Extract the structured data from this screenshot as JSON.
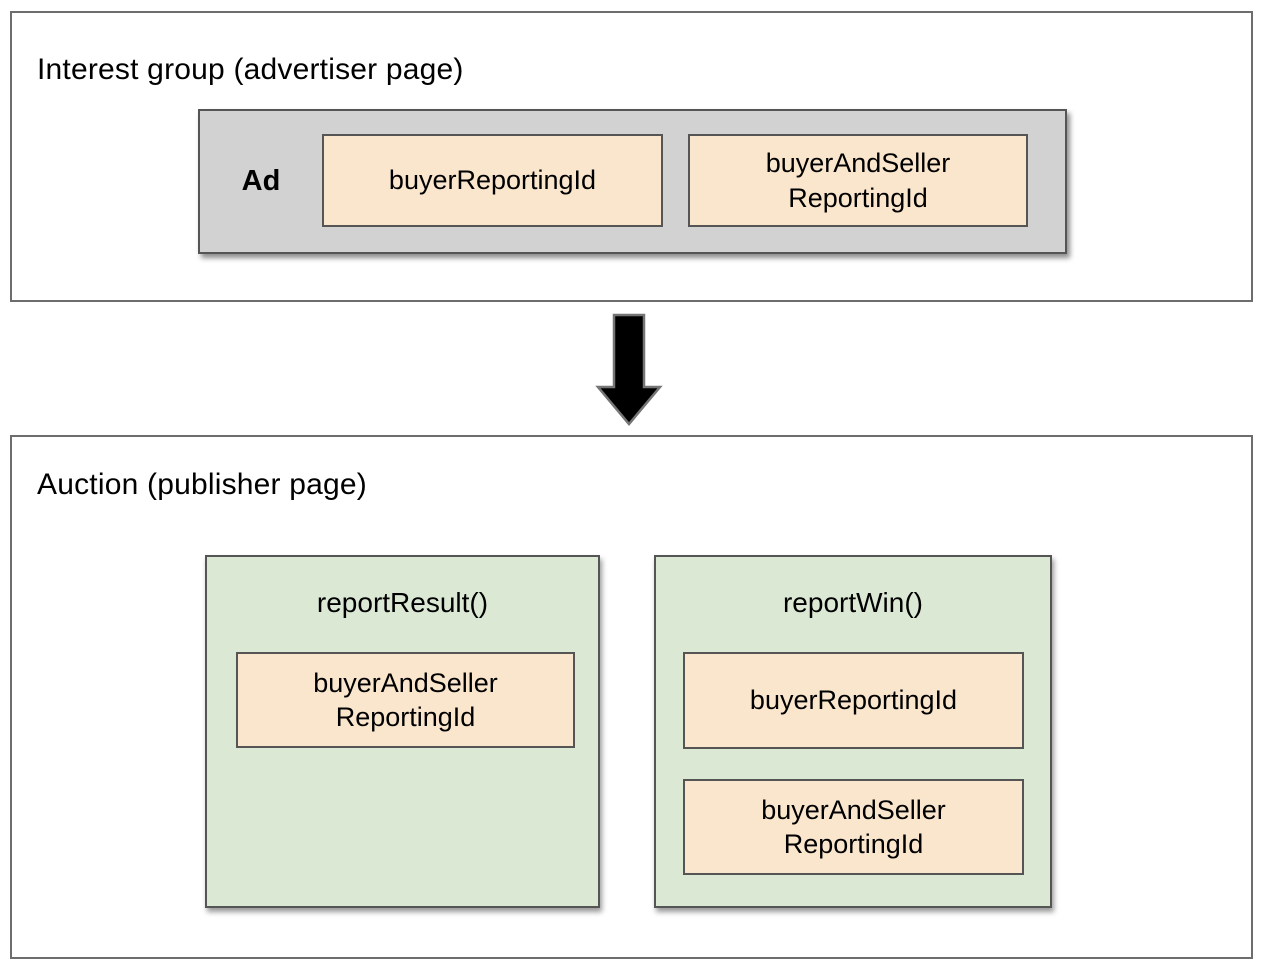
{
  "top_section": {
    "title": "Interest group (advertiser page)",
    "ad": {
      "label": "Ad",
      "chip1": "buyerReportingId",
      "chip2_line1": "buyerAndSeller",
      "chip2_line2": "ReportingId"
    }
  },
  "arrow": {
    "name": "flow-down-arrow",
    "direction": "down"
  },
  "bottom_section": {
    "title": "Auction (publisher page)",
    "report_result": {
      "title": "reportResult()",
      "chip1_line1": "buyerAndSeller",
      "chip1_line2": "ReportingId"
    },
    "report_win": {
      "title": "reportWin()",
      "chip1": "buyerReportingId",
      "chip2_line1": "buyerAndSeller",
      "chip2_line2": "ReportingId"
    }
  },
  "colors": {
    "chip_fill": "#FAE6CD",
    "chip_border": "#555555",
    "ad_fill": "#D2D2D2",
    "green_fill": "#DBE8D4",
    "box_border": "#555555",
    "section_border": "#6D6D6D",
    "arrow_fill": "#000000",
    "arrow_outline": "#757575",
    "text": "#000000"
  }
}
